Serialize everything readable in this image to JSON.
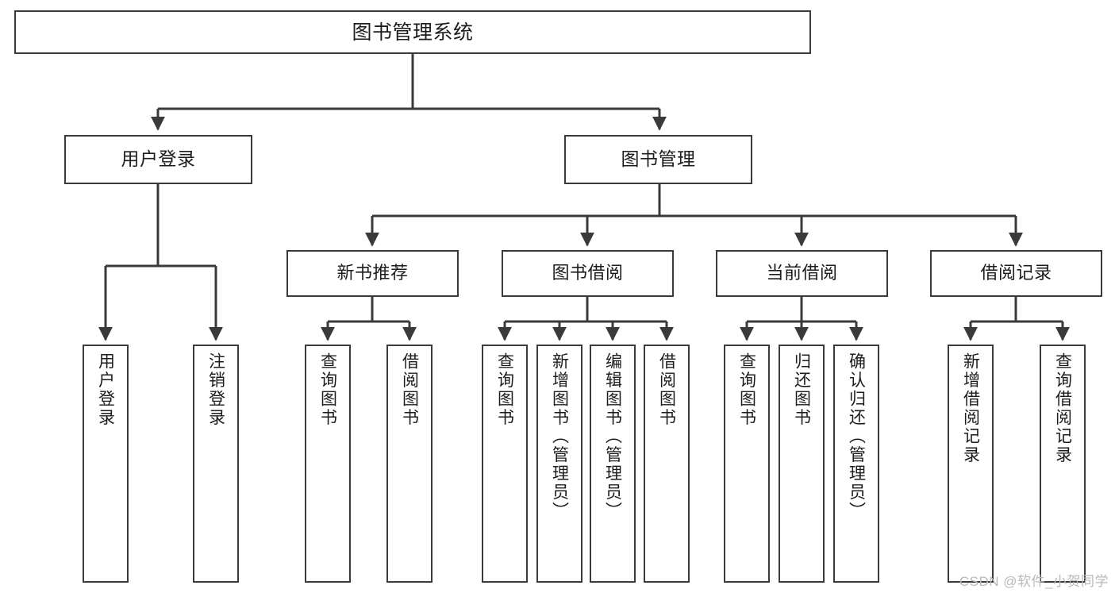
{
  "diagram": {
    "title": "图书管理系统",
    "type": "tree-hierarchy-chart",
    "watermark": "CSDN @软件_小贺同学",
    "colors": {
      "stroke": "#3a3a3a",
      "fill": "#ffffff",
      "text": "#1c1c1c",
      "watermark": "#b9b9b9"
    },
    "nodes": {
      "root": {
        "label": "图书管理系统"
      },
      "branches": [
        {
          "label": "用户登录"
        },
        {
          "label": "图书管理"
        }
      ],
      "categories": [
        {
          "label": "新书推荐"
        },
        {
          "label": "图书借阅"
        },
        {
          "label": "当前借阅"
        },
        {
          "label": "借阅记录"
        }
      ],
      "leaves": [
        {
          "label": "用户登录",
          "parent": "用户登录"
        },
        {
          "label": "注销登录",
          "parent": "用户登录"
        },
        {
          "label": "查询图书",
          "parent": "新书推荐"
        },
        {
          "label": "借阅图书",
          "parent": "新书推荐"
        },
        {
          "label": "查询图书",
          "parent": "图书借阅"
        },
        {
          "label": "新增图书（管理员）",
          "parent": "图书借阅"
        },
        {
          "label": "编辑图书（管理员）",
          "parent": "图书借阅"
        },
        {
          "label": "借阅图书",
          "parent": "图书借阅"
        },
        {
          "label": "查询图书",
          "parent": "当前借阅"
        },
        {
          "label": "归还图书",
          "parent": "当前借阅"
        },
        {
          "label": "确认归还（管理员）",
          "parent": "当前借阅"
        },
        {
          "label": "新增借阅记录",
          "parent": "借阅记录"
        },
        {
          "label": "查询借阅记录",
          "parent": "借阅记录"
        }
      ]
    }
  }
}
